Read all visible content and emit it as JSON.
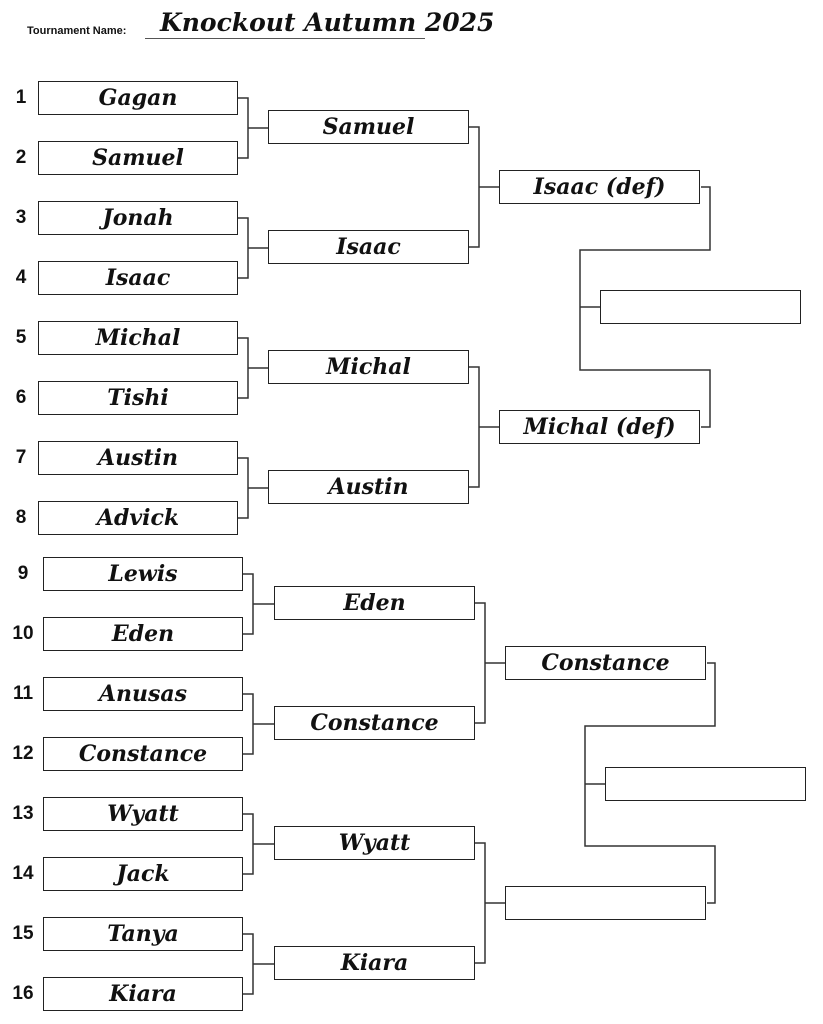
{
  "header": {
    "label": "Tournament Name:",
    "title": "Knockout Autumn 2025"
  },
  "round1": [
    {
      "seed": "1",
      "name": "Gagan"
    },
    {
      "seed": "2",
      "name": "Samuel"
    },
    {
      "seed": "3",
      "name": "Jonah"
    },
    {
      "seed": "4",
      "name": "Isaac"
    },
    {
      "seed": "5",
      "name": "Michal"
    },
    {
      "seed": "6",
      "name": "Tishi"
    },
    {
      "seed": "7",
      "name": "Austin"
    },
    {
      "seed": "8",
      "name": "Advick"
    },
    {
      "seed": "9",
      "name": "Lewis"
    },
    {
      "seed": "10",
      "name": "Eden"
    },
    {
      "seed": "11",
      "name": "Anusas"
    },
    {
      "seed": "12",
      "name": "Constance"
    },
    {
      "seed": "13",
      "name": "Wyatt"
    },
    {
      "seed": "14",
      "name": "Jack"
    },
    {
      "seed": "15",
      "name": "Tanya"
    },
    {
      "seed": "16",
      "name": "Kiara"
    }
  ],
  "round2": [
    {
      "name": "Samuel"
    },
    {
      "name": "Isaac"
    },
    {
      "name": "Michal"
    },
    {
      "name": "Austin"
    },
    {
      "name": "Eden"
    },
    {
      "name": "Constance"
    },
    {
      "name": "Wyatt"
    },
    {
      "name": "Kiara"
    }
  ],
  "round3": [
    {
      "name": "Isaac (def)"
    },
    {
      "name": "Michal  (def)"
    },
    {
      "name": "Constance"
    },
    {
      "name": ""
    }
  ],
  "round4": [
    {
      "name": ""
    },
    {
      "name": ""
    }
  ]
}
